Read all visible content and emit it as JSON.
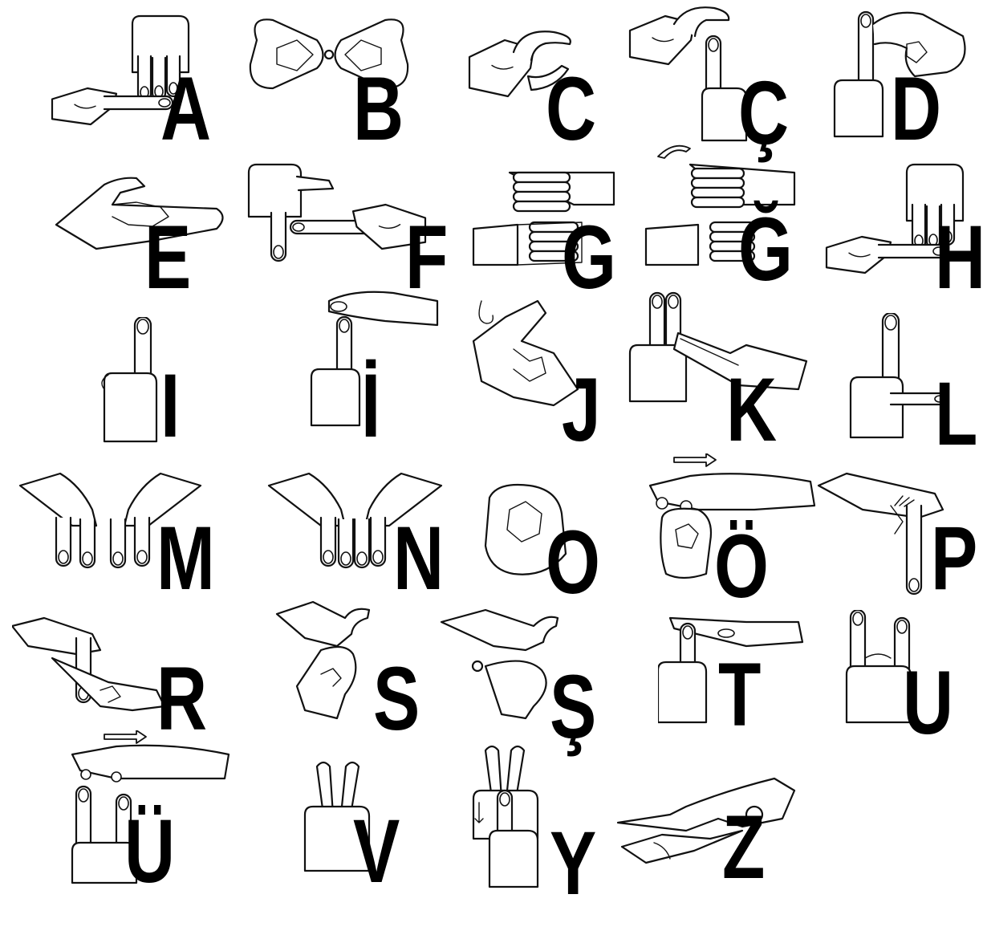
{
  "letters": [
    {
      "char": "A",
      "pose": "fist-point"
    },
    {
      "char": "B",
      "pose": "two-hands-round"
    },
    {
      "char": "C",
      "pose": "c-shape"
    },
    {
      "char": "Ç",
      "pose": "c-point"
    },
    {
      "char": "D",
      "pose": "finger-ring"
    },
    {
      "char": "E",
      "pose": "flat-cup"
    },
    {
      "char": "F",
      "pose": "finger-point"
    },
    {
      "char": "G",
      "pose": "stacked-fists"
    },
    {
      "char": "Ğ",
      "pose": "stacked-fists-arc"
    },
    {
      "char": "H",
      "pose": "fist-point"
    },
    {
      "char": "I",
      "pose": "index-up"
    },
    {
      "char": "İ",
      "pose": "index-up-touch"
    },
    {
      "char": "J",
      "pose": "hook"
    },
    {
      "char": "K",
      "pose": "two-up-point"
    },
    {
      "char": "L",
      "pose": "index-up-side"
    },
    {
      "char": "M",
      "pose": "three-down"
    },
    {
      "char": "N",
      "pose": "two-down"
    },
    {
      "char": "O",
      "pose": "o-ring"
    },
    {
      "char": "Ö",
      "pose": "o-ring-move"
    },
    {
      "char": "P",
      "pose": "pinch-down"
    },
    {
      "char": "R",
      "pose": "cross-point"
    },
    {
      "char": "S",
      "pose": "s-curve"
    },
    {
      "char": "Ş",
      "pose": "s-curve-dot"
    },
    {
      "char": "T",
      "pose": "t-touch"
    },
    {
      "char": "U",
      "pose": "u-shape"
    },
    {
      "char": "Ü",
      "pose": "u-shape-move"
    },
    {
      "char": "V",
      "pose": "v-fingers"
    },
    {
      "char": "Y",
      "pose": "two-v"
    },
    {
      "char": "Z",
      "pose": "zigzag"
    }
  ]
}
